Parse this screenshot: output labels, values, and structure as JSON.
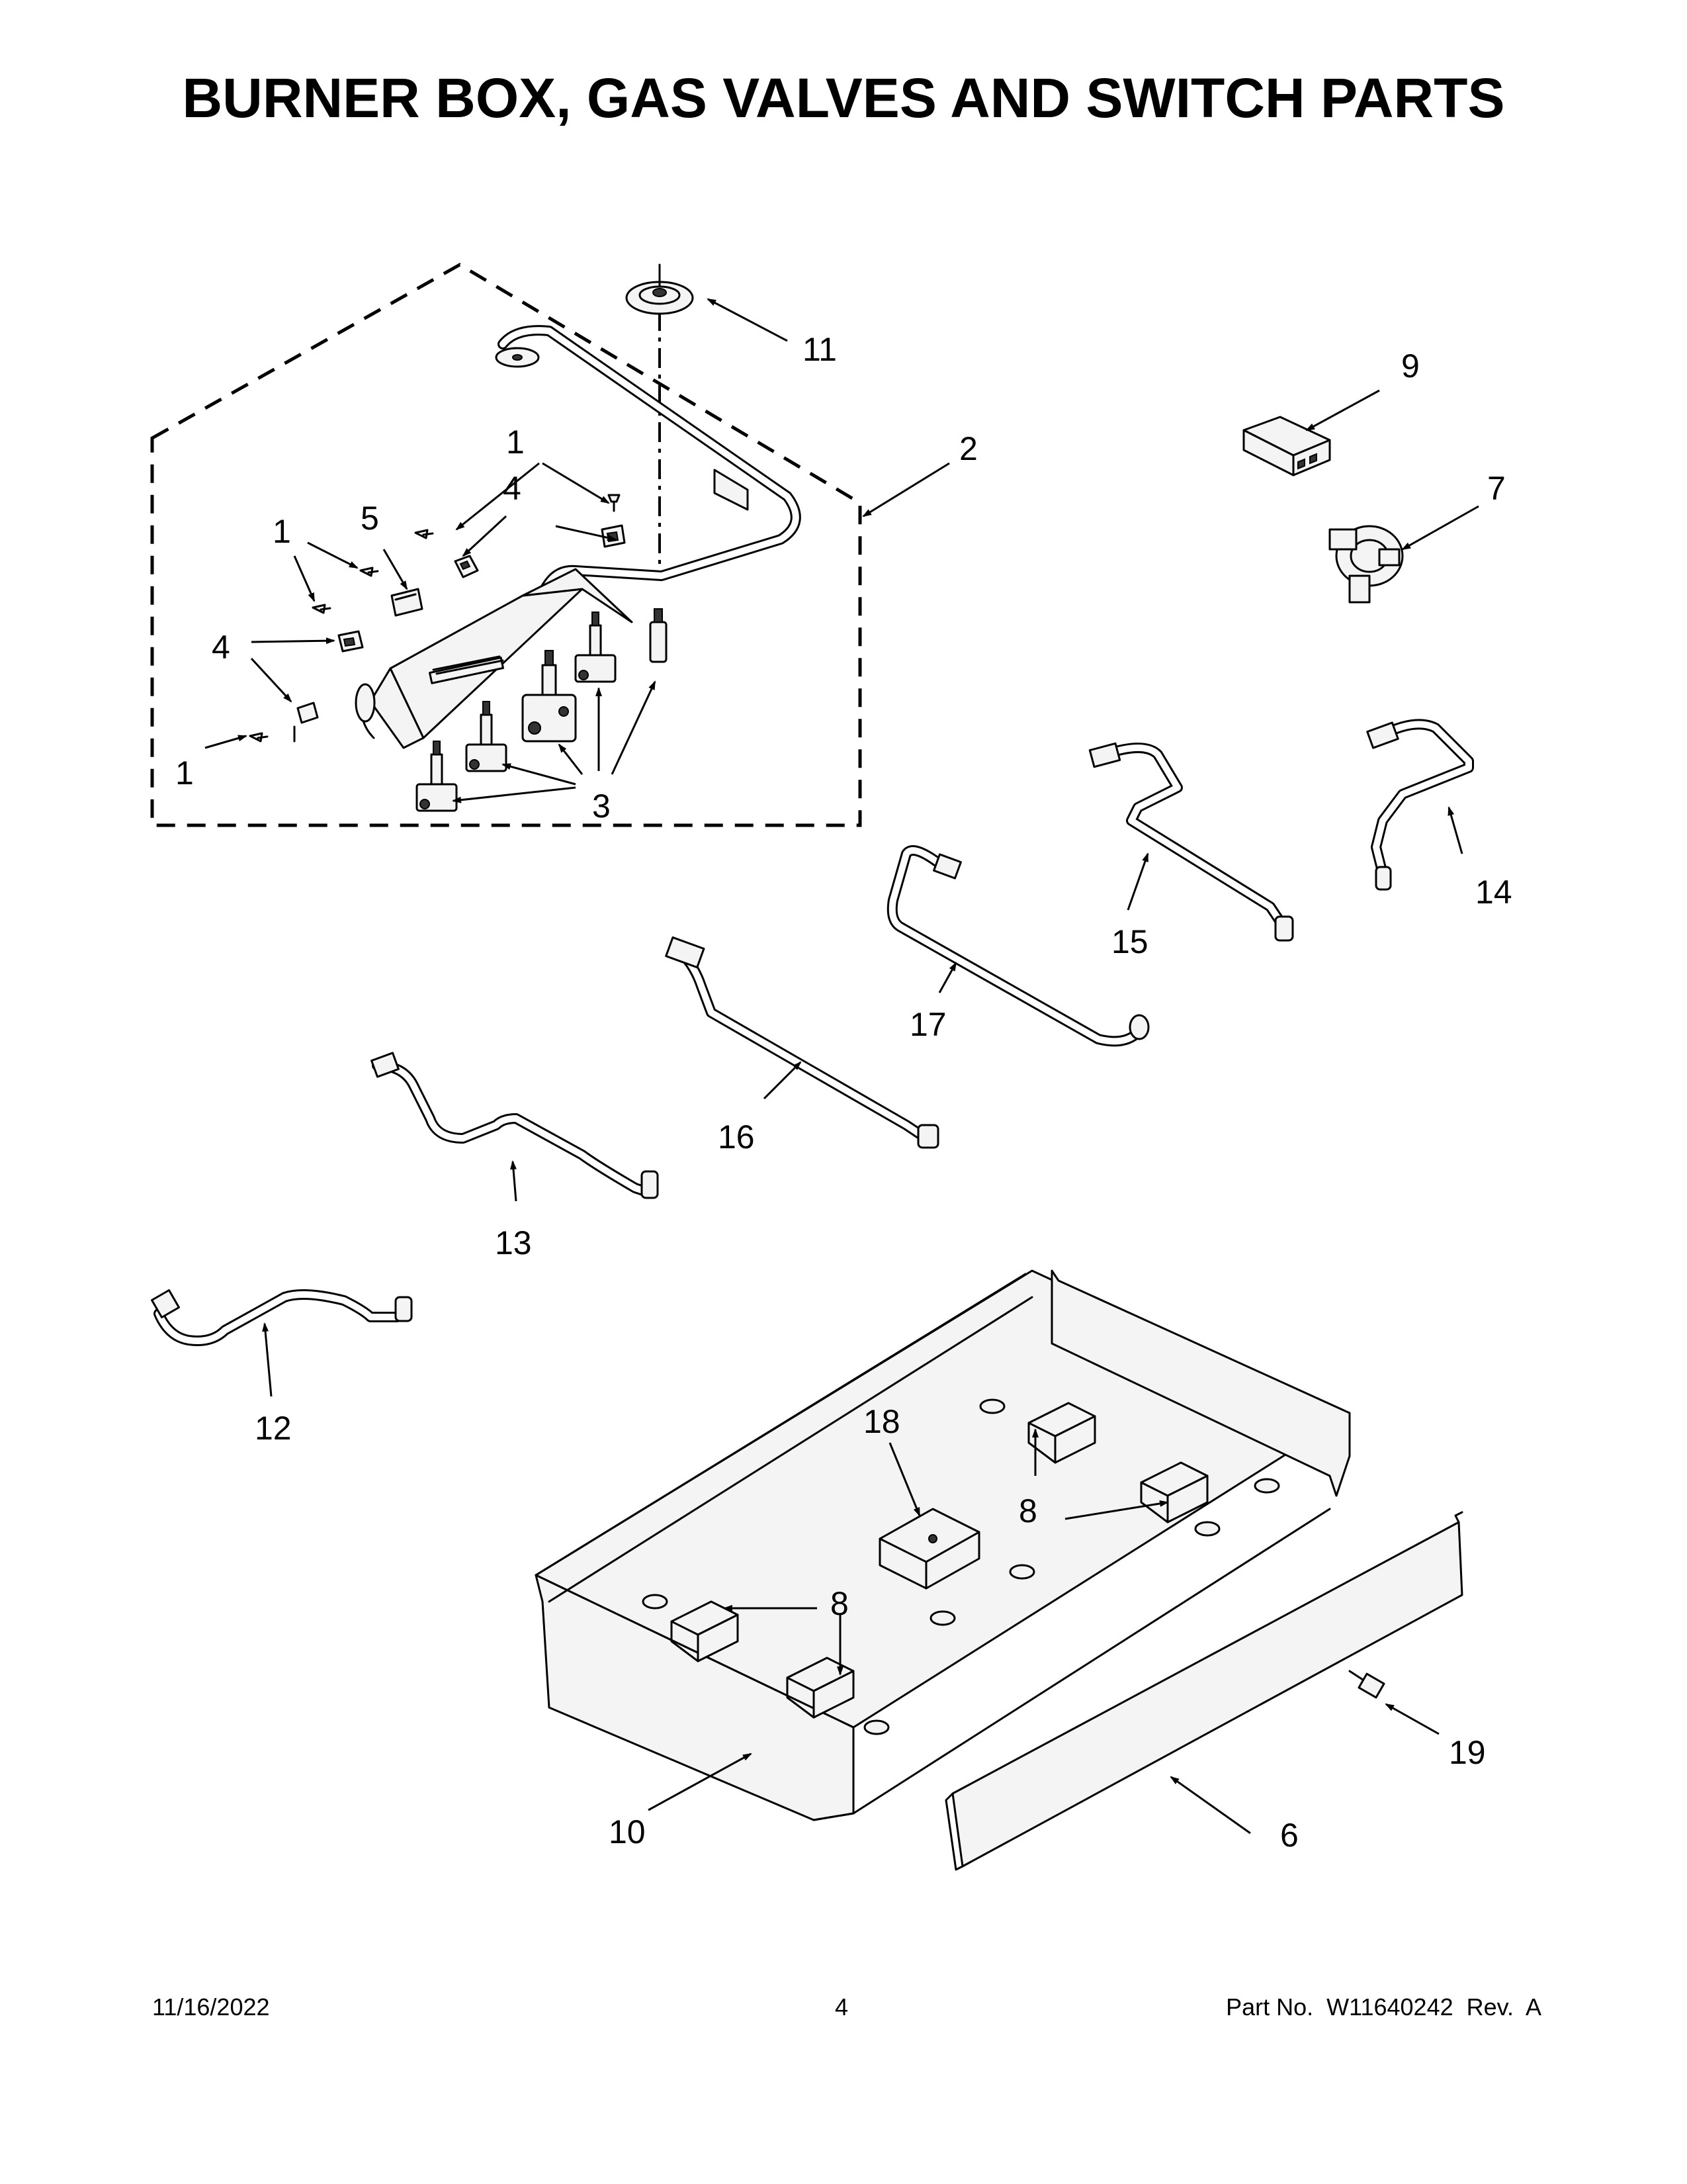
{
  "page": {
    "title": "BURNER BOX, GAS VALVES AND SWITCH PARTS",
    "footer": {
      "date": "11/16/2022",
      "page_number": "4",
      "part_number": "Part No.  W11640242  Rev.  A"
    }
  },
  "callouts": {
    "c1a": "1",
    "c1b": "1",
    "c1c": "1",
    "c1d": "1",
    "c1e": "1",
    "c2": "2",
    "c3": "3",
    "c4a": "4",
    "c4b": "4",
    "c5": "5",
    "c6": "6",
    "c7": "7",
    "c8a": "8",
    "c8b": "8",
    "c8c": "8",
    "c9": "9",
    "c10": "10",
    "c11": "11",
    "c12": "12",
    "c13": "13",
    "c14": "14",
    "c15": "15",
    "c16": "16",
    "c17": "17",
    "c18": "18",
    "c19": "19"
  }
}
